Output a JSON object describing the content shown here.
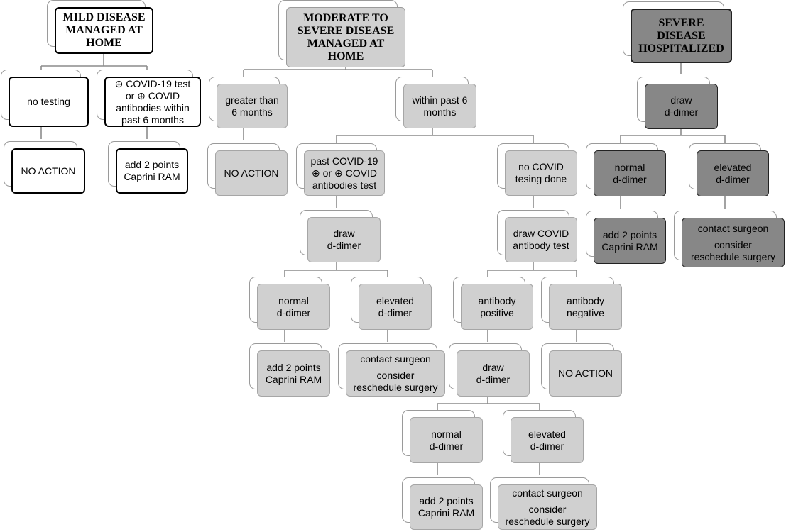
{
  "columns": {
    "mild": {
      "header": [
        "MILD DISEASE",
        "MANAGED AT",
        "HOME"
      ],
      "no_testing": [
        "no testing"
      ],
      "positive_test": [
        "⊕ COVID-19 test",
        "or ⊕ COVID",
        "antibodies within",
        "past 6 months"
      ],
      "no_action": [
        "NO ACTION"
      ],
      "add_points": [
        "add 2 points",
        "Caprini RAM"
      ]
    },
    "moderate": {
      "header": [
        "MODERATE TO",
        "SEVERE DISEASE",
        "MANAGED AT",
        "HOME"
      ],
      "greater_6": [
        "greater than",
        "6 months"
      ],
      "within_6": [
        "within past 6",
        "months"
      ],
      "greater_no_action": [
        "NO ACTION"
      ],
      "past_positive": [
        "past COVID-19",
        "⊕ or ⊕ COVID",
        "antibodies test"
      ],
      "no_testing_done": [
        "no COVID",
        "tesing done"
      ],
      "draw_ddimer_a": [
        "draw",
        "d-dimer"
      ],
      "draw_antibody": [
        "draw COVID",
        "antibody test"
      ],
      "normal_a": [
        "normal",
        "d-dimer"
      ],
      "elevated_a": [
        "elevated",
        "d-dimer"
      ],
      "antibody_pos": [
        "antibody",
        "positive"
      ],
      "antibody_neg": [
        "antibody",
        "negative"
      ],
      "add_points_a": [
        "add 2 points",
        "Caprini RAM"
      ],
      "contact_a": [
        "contact surgeon",
        "consider",
        "reschedule surgery"
      ],
      "draw_ddimer_b": [
        "draw",
        "d-dimer"
      ],
      "neg_no_action": [
        "NO ACTION"
      ],
      "normal_b": [
        "normal",
        "d-dimer"
      ],
      "elevated_b": [
        "elevated",
        "d-dimer"
      ],
      "add_points_b": [
        "add 2 points",
        "Caprini RAM"
      ],
      "contact_b": [
        "contact surgeon",
        "consider",
        "reschedule surgery"
      ]
    },
    "severe": {
      "header": [
        "SEVERE",
        "DISEASE",
        "HOSPITALIZED"
      ],
      "draw_ddimer": [
        "draw",
        "d-dimer"
      ],
      "normal": [
        "normal",
        "d-dimer"
      ],
      "elevated": [
        "elevated",
        "d-dimer"
      ],
      "add_points": [
        "add 2 points",
        "Caprini RAM"
      ],
      "contact": [
        "contact surgeon",
        "consider",
        "reschedule surgery"
      ]
    }
  },
  "colors": {
    "white_fill": "#ffffff",
    "light_fill": "#d0d0d0",
    "dark_fill": "#878787",
    "connector": "#8c8c8c"
  }
}
